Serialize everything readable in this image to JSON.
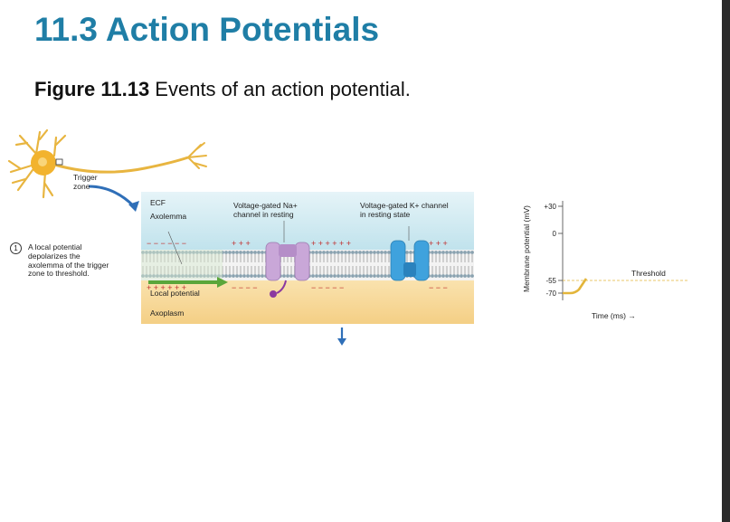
{
  "slide": {
    "title": "11.3 Action Potentials",
    "figure_number": "Figure 11.13",
    "figure_caption": " Events of an action potential."
  },
  "neuron": {
    "trigger_zone_label": "Trigger zone"
  },
  "step1": {
    "number": "1",
    "text": "A local potential depolarizes the axolemma of the trigger zone to threshold."
  },
  "membrane": {
    "ecf_label": "ECF",
    "axolemma_label": "Axolemma",
    "na_channel_label": "Voltage-gated Na+ channel in resting",
    "k_channel_label": "Voltage-gated K+ channel in resting state",
    "local_potential_label": "Local potential",
    "axoplasm_label": "Axoplasm"
  },
  "graph": {
    "ylabel": "Membrane potential (mV)",
    "xlabel": "Time (ms)",
    "ticks": [
      "+30",
      "0",
      "-55",
      "-70"
    ],
    "tick_values": [
      30,
      0,
      -55,
      -70
    ],
    "threshold_label": "Threshold",
    "threshold_value": -55,
    "resting_value": -70
  },
  "colors": {
    "title": "#1f7ea6",
    "na_channel": "#c9a7d8",
    "k_channel": "#3fa2dd",
    "local_potential_arrow": "#5aa63a",
    "ecf": "#cfe9f1",
    "axoplasm": "#f5d79a",
    "graph_trace": "#e3b53a"
  }
}
